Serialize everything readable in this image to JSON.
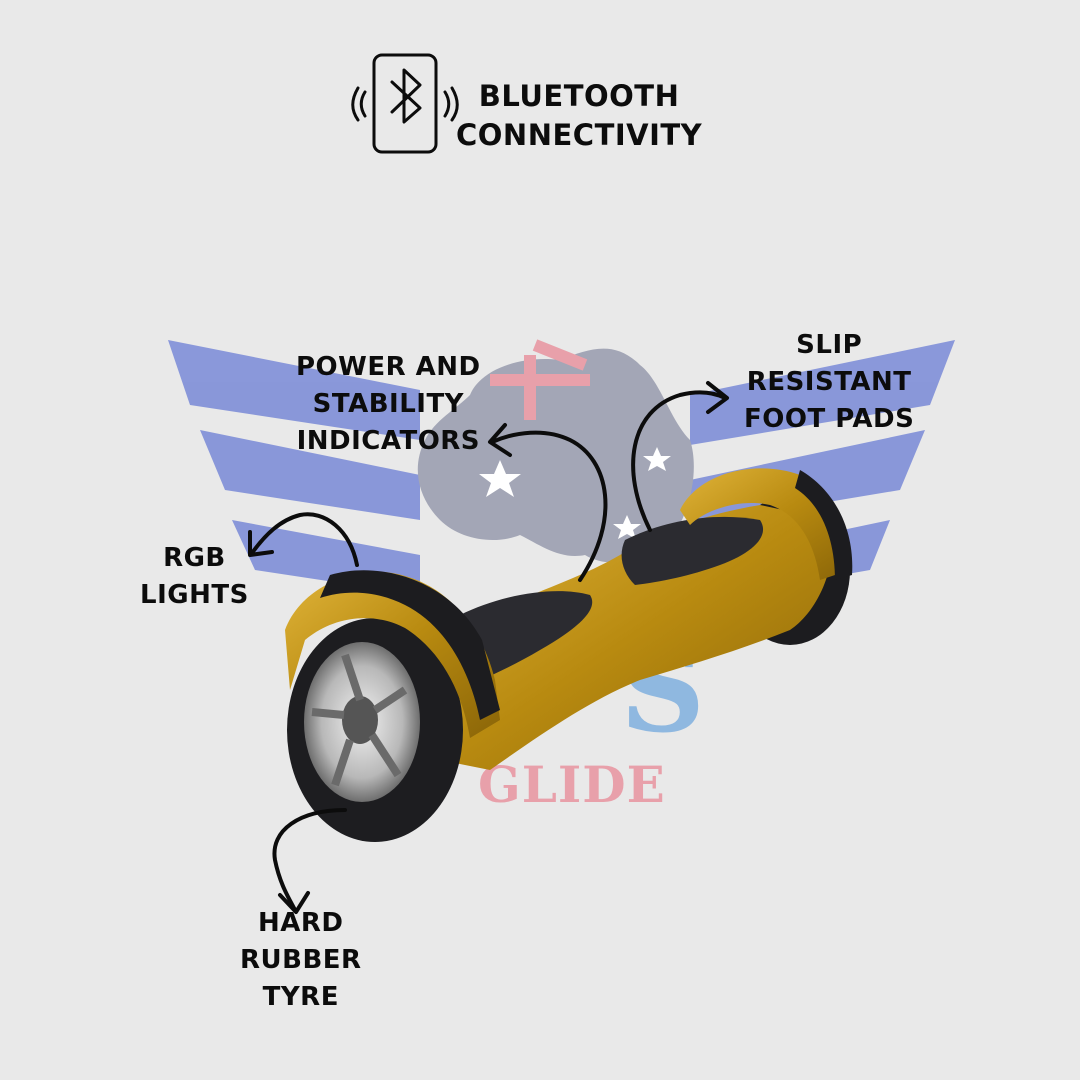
{
  "features": {
    "bluetooth": [
      "BLUETOOTH",
      "CONNECTIVITY"
    ],
    "power": [
      "POWER AND",
      "STABILITY",
      "INDICATORS"
    ],
    "slip": [
      "SLIP",
      "RESISTANT",
      "FOOT PADS"
    ],
    "rgb": [
      "RGB",
      "LIGHTS"
    ],
    "tyre": [
      "HARD",
      "RUBBER",
      "TYRE"
    ]
  },
  "watermark": {
    "letter": "S",
    "word": "GLIDE"
  },
  "colors": {
    "background": "#e9e9e9",
    "wing": "#7f8fd8",
    "map": "#9da3b6",
    "gold": "#c79a14",
    "pad": "#2b2b30",
    "text": "#0c0c0c"
  },
  "icons": [
    "bluetooth-phone-icon"
  ]
}
